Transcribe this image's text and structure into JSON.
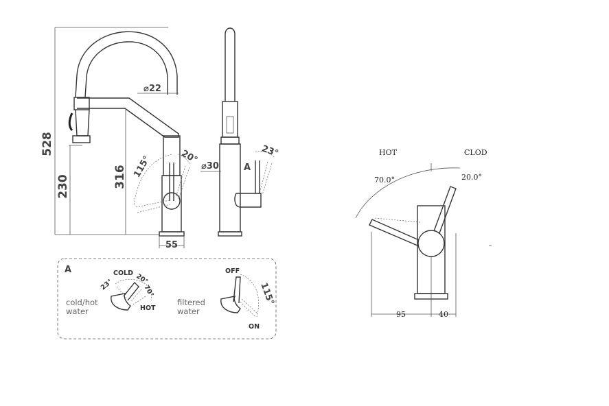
{
  "side_view": {
    "dim_total_height": "528",
    "dim_spout_height": "230",
    "dim_body_height": "316",
    "dim_hose_diameter": "⌀22",
    "dim_base_width": "55",
    "angle_rotation": "115°",
    "angle_tilt": "20°"
  },
  "front_view": {
    "dim_body_diameter": "⌀30",
    "detail_marker": "A",
    "angle_lever": "23°"
  },
  "detail": {
    "title": "A",
    "left_caption": "cold/hot\nwater",
    "cold_label": "COLD",
    "hot_label": "HOT",
    "angle_23": "23°",
    "angle_20": "20°",
    "angle_70": "70°",
    "right_caption": "filtered\nwater",
    "off_label": "OFF",
    "on_label": "ON",
    "angle_115": "115°"
  },
  "top_view": {
    "hot_label": "HOT",
    "cold_label": "CLOD",
    "hot_angle": "70.0°",
    "cold_angle": "20.0°",
    "dim_left": "95",
    "dim_right": "40"
  }
}
